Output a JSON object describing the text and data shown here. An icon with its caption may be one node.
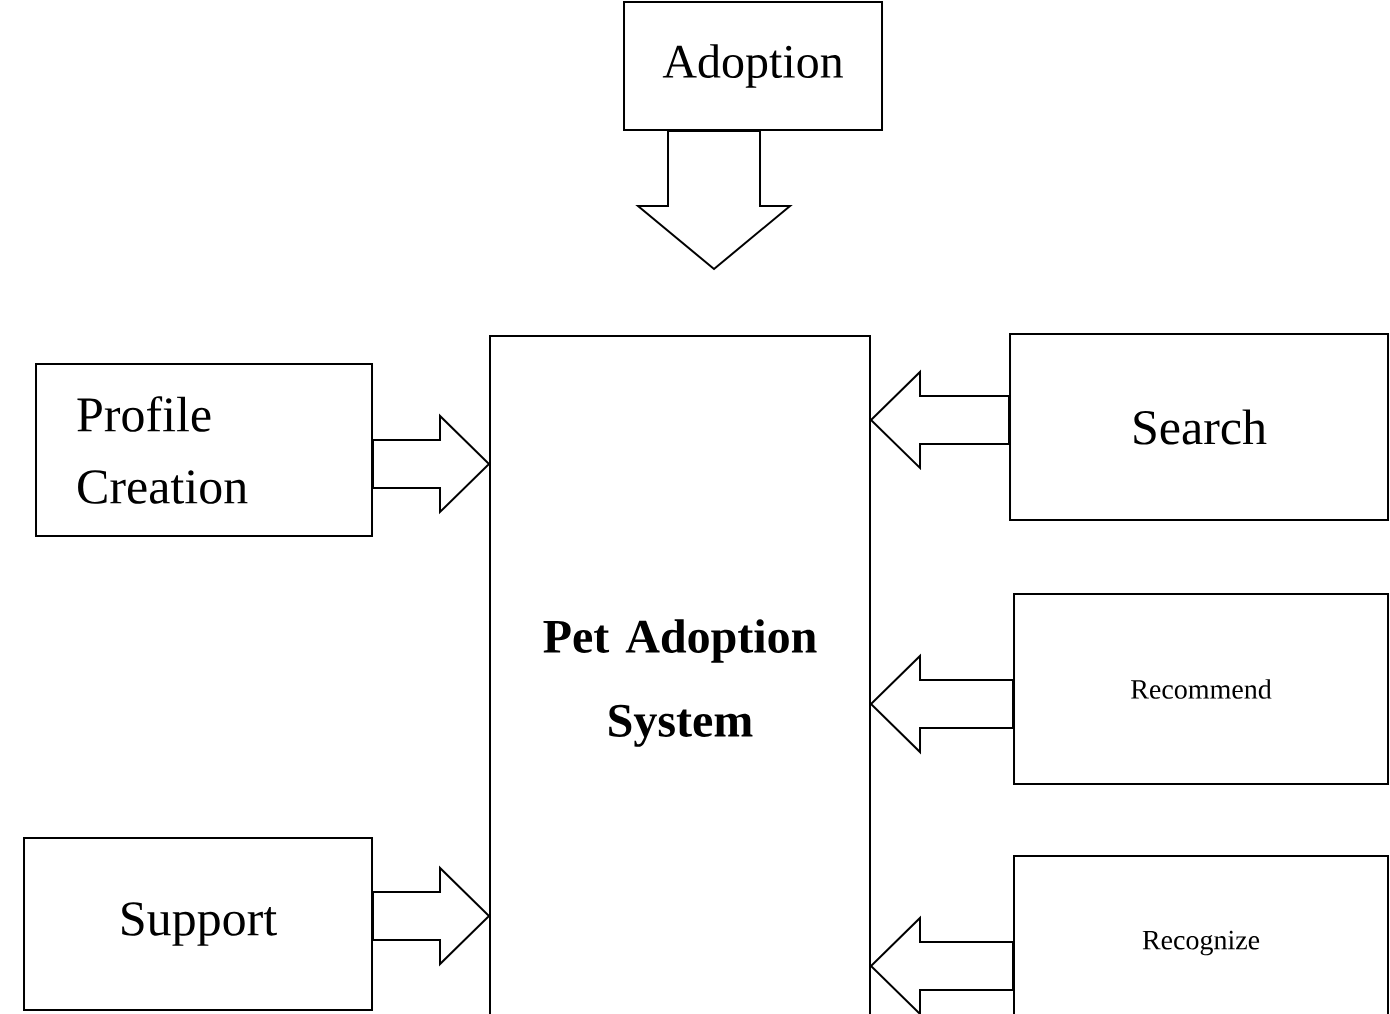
{
  "diagram": {
    "nodes": [
      {
        "text": [
          "Adoption"
        ]
      },
      {
        "text": [
          "Profile Creation"
        ]
      },
      {
        "text": [
          "Pet Adoption System"
        ]
      },
      {
        "text": [
          "Search"
        ]
      },
      {
        "text": [
          "Recommend"
        ]
      },
      {
        "text": [
          "Support"
        ]
      },
      {
        "text": [
          "Recognize"
        ]
      }
    ],
    "edges": [
      {
        "from": 0,
        "to": 2,
        "arrow": "to"
      },
      {
        "from": 1,
        "to": 2,
        "arrow": "to"
      },
      {
        "from": 3,
        "to": 2,
        "arrow": "to"
      },
      {
        "from": 4,
        "to": 2,
        "arrow": "to"
      },
      {
        "from": 5,
        "to": 2,
        "arrow": "to"
      },
      {
        "from": 6,
        "to": 2,
        "arrow": "to"
      }
    ]
  }
}
